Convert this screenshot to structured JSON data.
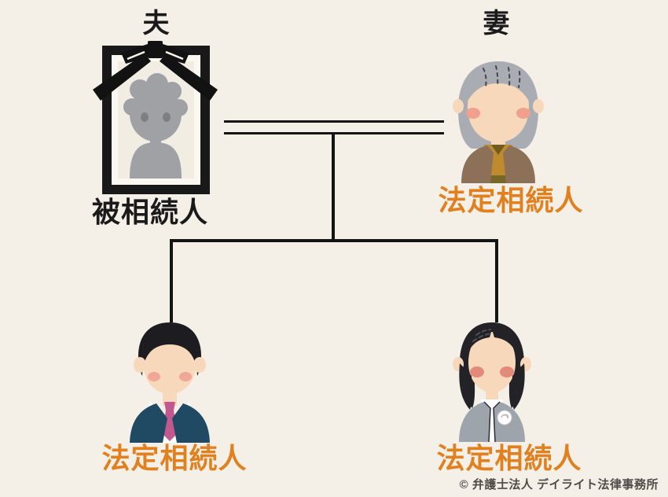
{
  "family_tree": {
    "husband": {
      "role_label": "夫",
      "status_label": "被相続人",
      "illustration": "memorial-portrait"
    },
    "wife": {
      "role_label": "妻",
      "status_label": "法定相続人",
      "illustration": "elderly-woman"
    },
    "son": {
      "status_label": "法定相続人",
      "illustration": "man-in-suit"
    },
    "daughter": {
      "status_label": "法定相続人",
      "illustration": "woman-with-brooch"
    }
  },
  "footer": {
    "copyright": "© 弁護士法人 デイライト法律事務所"
  },
  "colors": {
    "background": "#F4EFE7",
    "connector_line": "#141414",
    "decedent_label_text": "#1A1A1A",
    "heir_label_text": "#E0801F"
  }
}
